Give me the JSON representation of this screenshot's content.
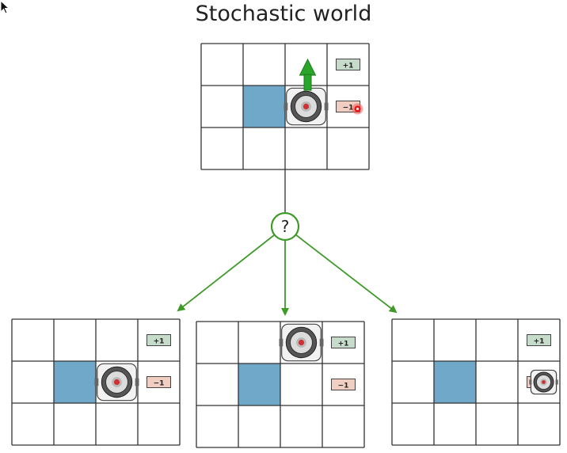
{
  "title": "Stochastic world",
  "chance_symbol": "?",
  "rewards": {
    "positive": "+1",
    "negative": "−1"
  },
  "colors": {
    "wall": "#6fa8c8",
    "positive_tag": "#c7dbcb",
    "negative_tag": "#f0cfc2",
    "arrow": "#3f9a2a",
    "grid_line": "#333333",
    "connector": "#4a4a4a"
  },
  "icons": {
    "agent": "robot-icon",
    "action": "up-arrow-icon",
    "chance": "chance-node-icon",
    "target": "red-dot-icon",
    "cursor": "mouse-pointer-icon"
  },
  "grids": [
    {
      "id": "current",
      "agent": [
        1,
        2
      ],
      "action": "up",
      "target_dot": true
    },
    {
      "id": "outcome-left",
      "agent": [
        1,
        2
      ]
    },
    {
      "id": "outcome-middle",
      "agent": [
        0,
        2
      ]
    },
    {
      "id": "outcome-right",
      "agent": [
        1,
        3
      ],
      "agent_small": true
    }
  ]
}
